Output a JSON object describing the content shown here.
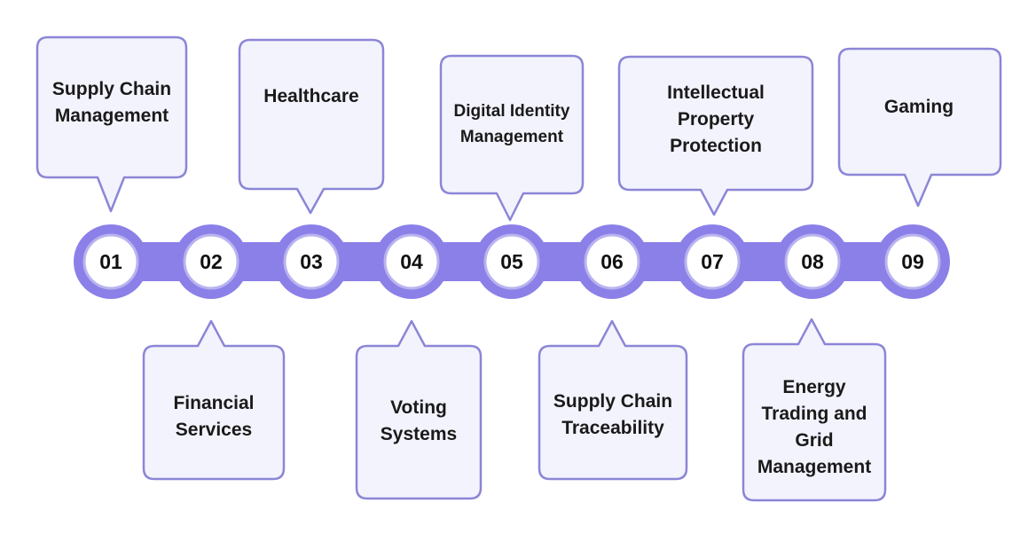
{
  "steps": [
    {
      "number": "01",
      "label": "Supply Chain Management"
    },
    {
      "number": "02",
      "label": "Financial Services"
    },
    {
      "number": "03",
      "label": "Healthcare"
    },
    {
      "number": "04",
      "label": "Voting Systems"
    },
    {
      "number": "05",
      "label": "Digital Identity Management"
    },
    {
      "number": "06",
      "label": "Supply Chain Traceability"
    },
    {
      "number": "07",
      "label": "Intellectual Property Protection"
    },
    {
      "number": "08",
      "label": "Energy Trading and Grid Management"
    },
    {
      "number": "09",
      "label": "Gaming"
    }
  ],
  "colors": {
    "chain": "#8b80e8",
    "callout_fill": "#f3f3fd",
    "callout_border": "#8b86d6",
    "node_fill": "#ffffff",
    "node_ring": "#b9b3ef"
  }
}
